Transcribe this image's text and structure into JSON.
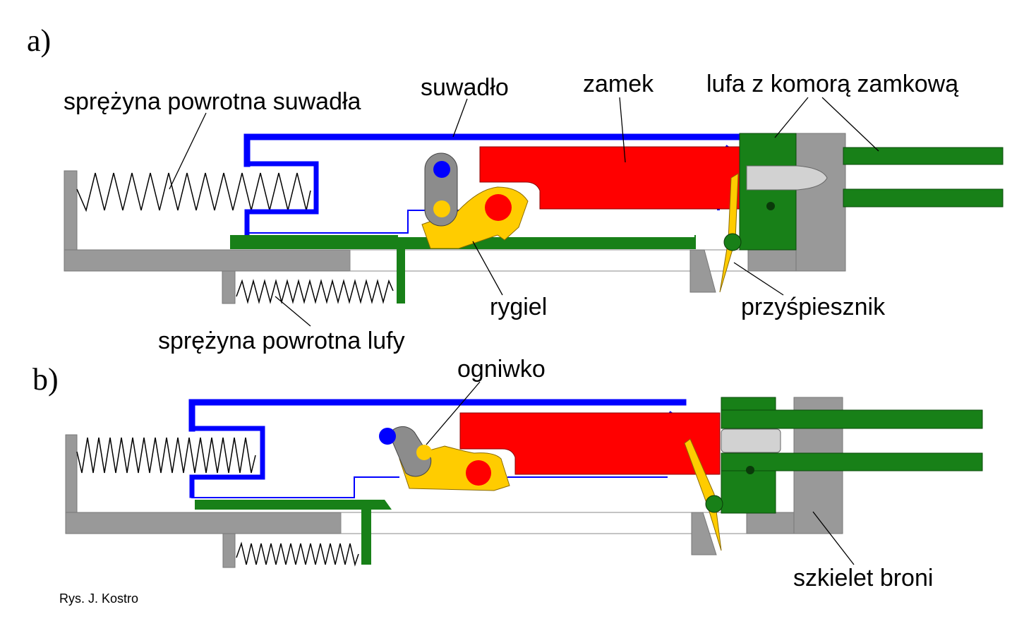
{
  "panels": {
    "a": {
      "tag": "a)",
      "labels": {
        "spring_slide": "sprężyna powrotna suwadła",
        "slide": "suwadło",
        "bolt": "zamek",
        "barrel": "lufa z komorą zamkową",
        "lock": "rygiel",
        "accelerator": "przyśpiesznik",
        "spring_barrel": "sprężyna powrotna lufy"
      }
    },
    "b": {
      "tag": "b)",
      "labels": {
        "link": "ogniwko",
        "frame": "szkielet broni"
      }
    }
  },
  "credit": "Rys. J. Kostro",
  "colors": {
    "slide": "#0000ff",
    "bolt": "#ff0000",
    "barrel": "#188018",
    "lock": "#ffcc00",
    "frame": "#999999",
    "link": "#8c8c8c",
    "cartridge": "#d2d2d2"
  }
}
